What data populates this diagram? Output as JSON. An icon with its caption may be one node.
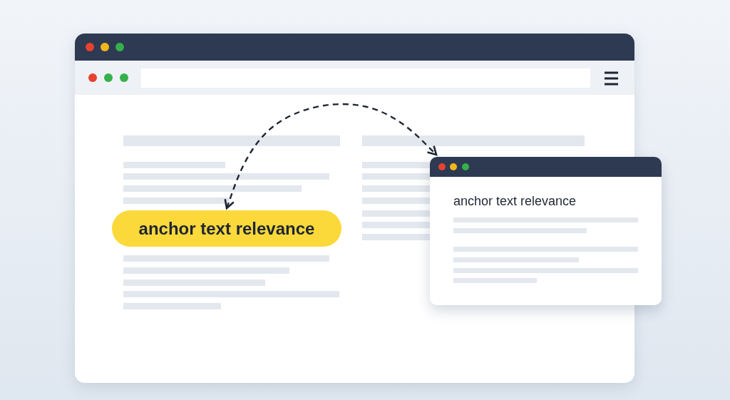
{
  "diagram": {
    "nodes": [
      {
        "text": [
          "anchor text relevance"
        ]
      },
      {
        "text": [
          "anchor text relevance"
        ]
      }
    ],
    "edges": [
      {
        "from": 0,
        "to": 1,
        "arrow": "both",
        "style": "dashed"
      }
    ]
  }
}
